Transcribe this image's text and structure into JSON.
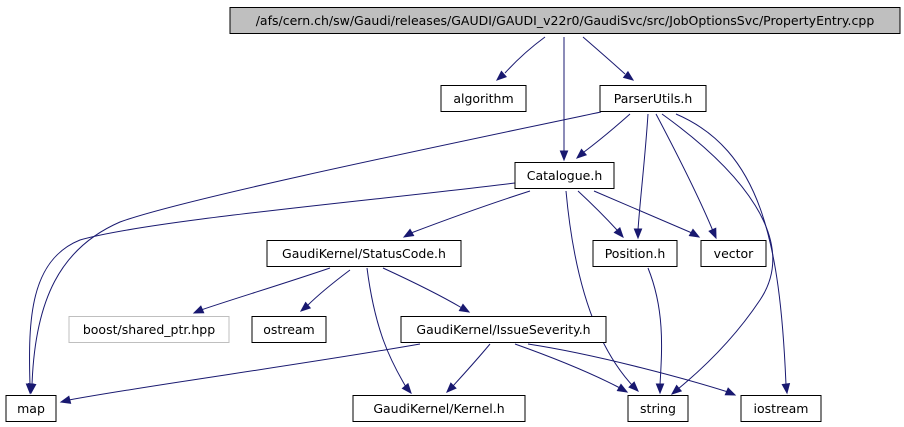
{
  "diagram": {
    "type": "include-dependency-graph",
    "root": "/afs/cern.ch/sw/Gaudi/releases/GAUDI/GAUDI_v22r0/GaudiSvc/src/JobOptionsSvc/PropertyEntry.cpp",
    "colors": {
      "edge": "#191970",
      "root_fill": "#bfbfbf",
      "node_border": "#000000",
      "missing_border": "#bfbfbf"
    },
    "nodes": [
      {
        "id": "root",
        "label": "/afs/cern.ch/sw/Gaudi/releases/GAUDI/GAUDI_v22r0/GaudiSvc/src/JobOptionsSvc/PropertyEntry.cpp"
      },
      {
        "id": "algorithm",
        "label": "algorithm"
      },
      {
        "id": "parserutils",
        "label": "ParserUtils.h"
      },
      {
        "id": "catalogue",
        "label": "Catalogue.h"
      },
      {
        "id": "statuscode",
        "label": "GaudiKernel/StatusCode.h"
      },
      {
        "id": "position",
        "label": "Position.h"
      },
      {
        "id": "vector",
        "label": "vector"
      },
      {
        "id": "boost",
        "label": "boost/shared_ptr.hpp"
      },
      {
        "id": "ostream",
        "label": "ostream"
      },
      {
        "id": "issueseverity",
        "label": "GaudiKernel/IssueSeverity.h"
      },
      {
        "id": "map",
        "label": "map"
      },
      {
        "id": "kernel",
        "label": "GaudiKernel/Kernel.h"
      },
      {
        "id": "string",
        "label": "string"
      },
      {
        "id": "iostream",
        "label": "iostream"
      }
    ],
    "edges": [
      [
        "root",
        "algorithm"
      ],
      [
        "root",
        "parserutils"
      ],
      [
        "root",
        "catalogue"
      ],
      [
        "parserutils",
        "map"
      ],
      [
        "parserutils",
        "catalogue"
      ],
      [
        "parserutils",
        "position"
      ],
      [
        "parserutils",
        "vector"
      ],
      [
        "parserutils",
        "string"
      ],
      [
        "parserutils",
        "iostream"
      ],
      [
        "catalogue",
        "map"
      ],
      [
        "catalogue",
        "statuscode"
      ],
      [
        "catalogue",
        "position"
      ],
      [
        "catalogue",
        "vector"
      ],
      [
        "catalogue",
        "string"
      ],
      [
        "statuscode",
        "boost"
      ],
      [
        "statuscode",
        "ostream"
      ],
      [
        "statuscode",
        "issueseverity"
      ],
      [
        "statuscode",
        "kernel"
      ],
      [
        "position",
        "string"
      ],
      [
        "issueseverity",
        "map"
      ],
      [
        "issueseverity",
        "kernel"
      ],
      [
        "issueseverity",
        "string"
      ],
      [
        "issueseverity",
        "iostream"
      ]
    ]
  }
}
